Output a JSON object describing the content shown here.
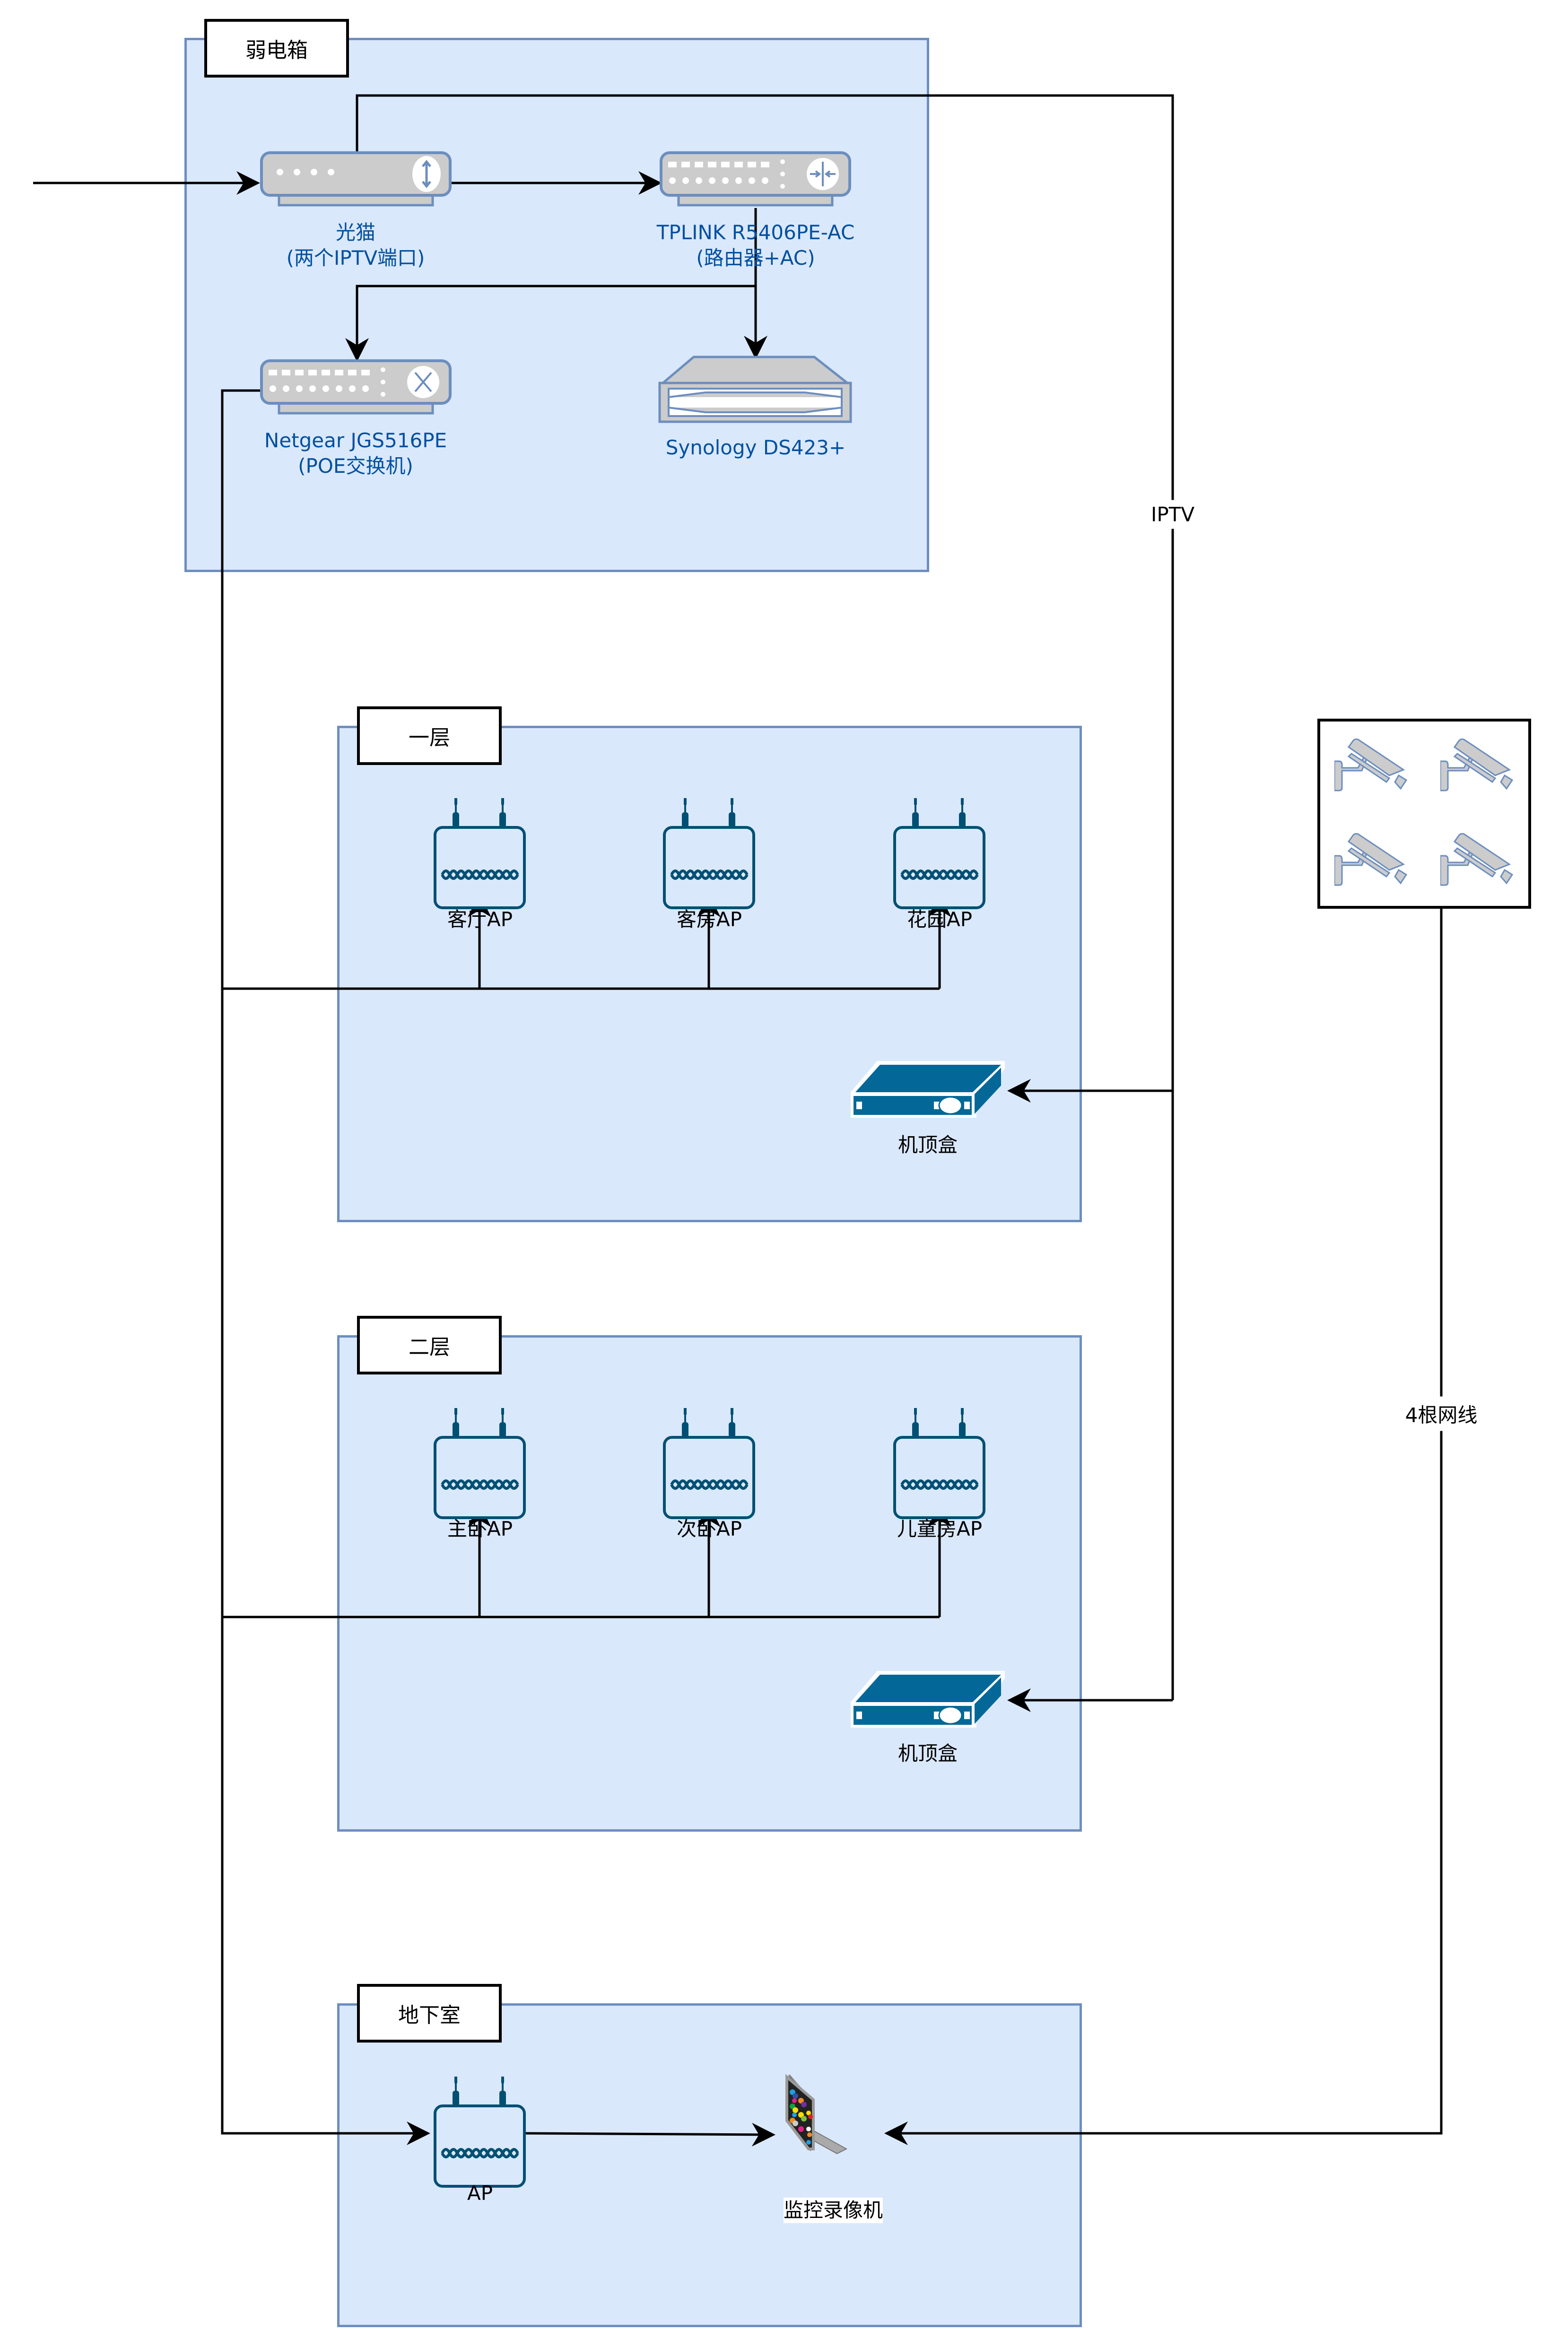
{
  "groups": {
    "cabinet": {
      "title": "弱电箱"
    },
    "floor1": {
      "title": "一层"
    },
    "floor2": {
      "title": "二层"
    },
    "basement": {
      "title": "地下室"
    }
  },
  "devices": {
    "modem": {
      "line1": "光猫",
      "line2": "(两个IPTV端口)"
    },
    "router": {
      "line1": "TPLINK R5406PE-AC",
      "line2": "(路由器+AC)"
    },
    "poe_switch": {
      "line1": "Netgear JGS516PE",
      "line2": "(POE交换机)"
    },
    "nas": {
      "line1": "Synology DS423+"
    },
    "floor1_aps": [
      "客厅AP",
      "客房AP",
      "花园AP"
    ],
    "floor1_stb": "机顶盒",
    "floor2_aps": [
      "主卧AP",
      "次卧AP",
      "儿童房AP"
    ],
    "floor2_stb": "机顶盒",
    "basement_ap": "AP",
    "nvr": "监控录像机"
  },
  "edges": {
    "iptv": "IPTV",
    "cameras": "4根网线"
  },
  "colors": {
    "container_fill": "#dae8fc",
    "container_stroke": "#6c8ebf",
    "device_label": "#0050a0",
    "ap_icon": "#005073",
    "stb_icon": "#036897",
    "device_gray": "#cccccc"
  }
}
